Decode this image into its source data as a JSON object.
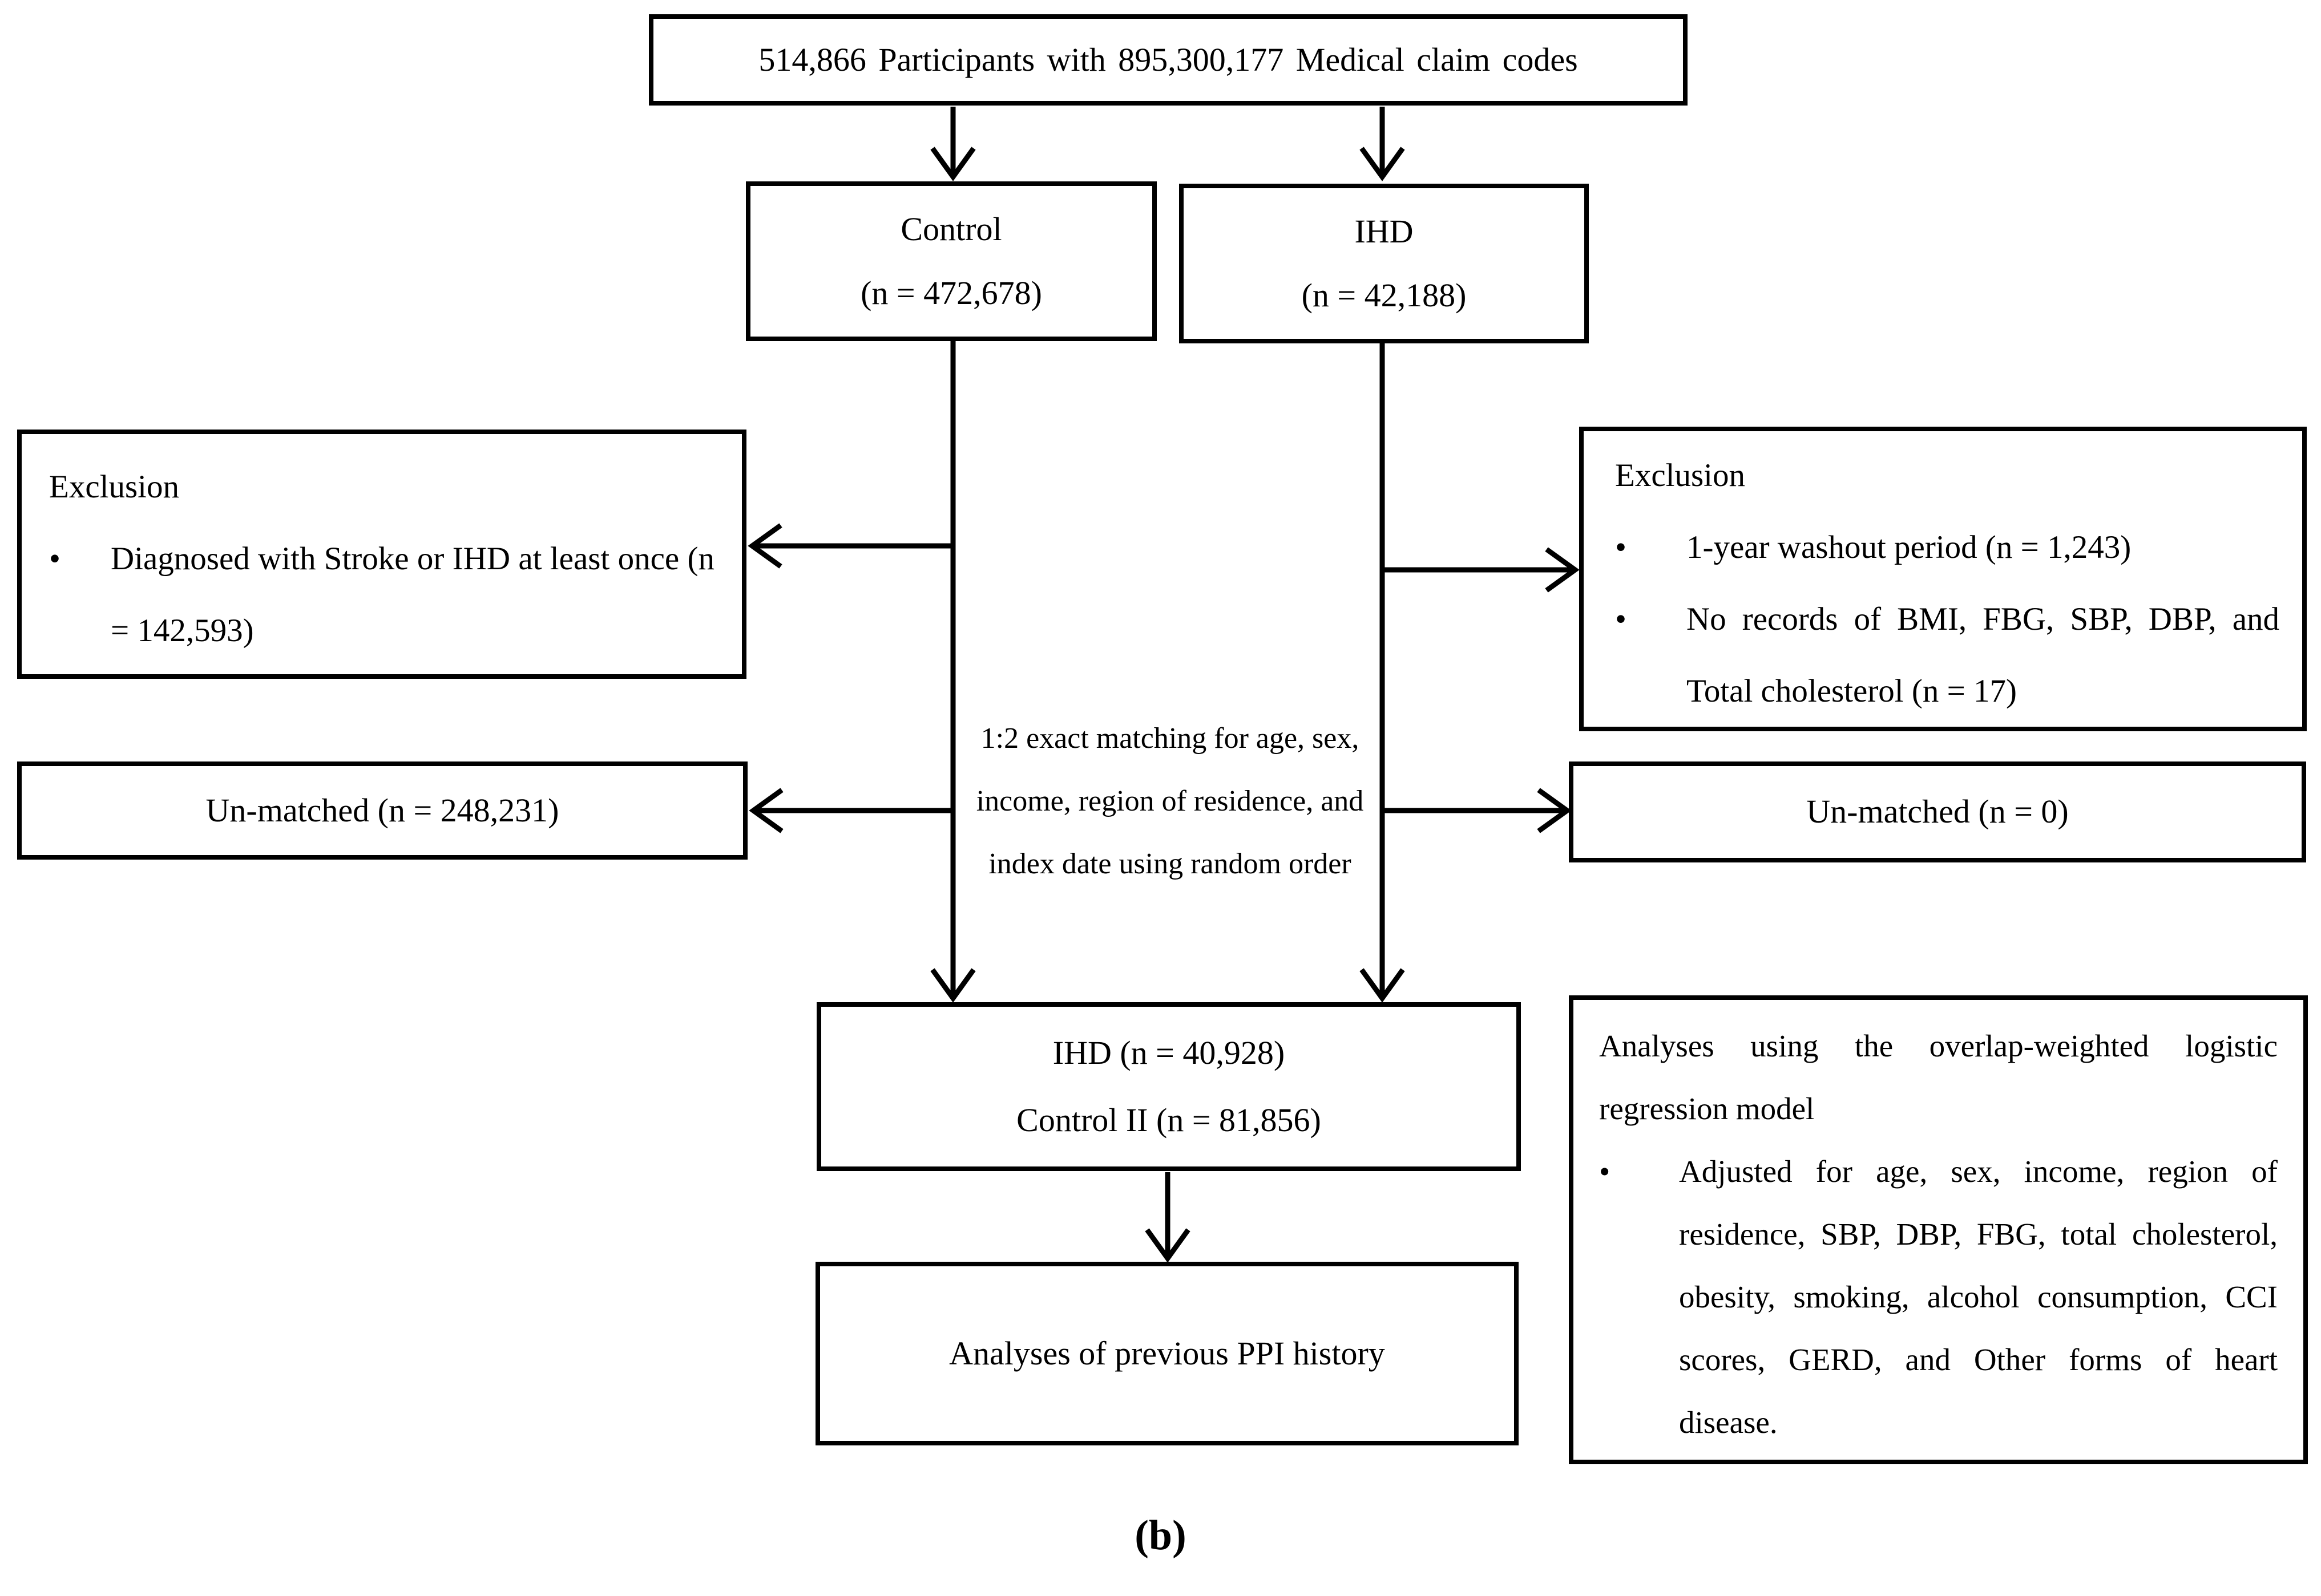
{
  "glyphs": {
    "bullet": "•"
  },
  "colors": {
    "background": "#ffffff",
    "line": "#000000",
    "text": "#000000"
  },
  "figure": {
    "caption": "(b)",
    "top_box": {
      "text": "514,866 Participants with 895,300,177 Medical claim codes"
    },
    "control_box": {
      "title": "Control",
      "count": "(n = 472,678)"
    },
    "ihd_box": {
      "title": "IHD",
      "count": "(n = 42,188)"
    },
    "left_exclusion_box": {
      "title": "Exclusion",
      "bullets": [
        "Diagnosed with Stroke or IHD at least once (n = 142,593)"
      ]
    },
    "right_exclusion_box": {
      "title": "Exclusion",
      "bullets": [
        "1-year washout period (n = 1,243)",
        "No records of BMI, FBG, SBP, DBP, and Total cholesterol (n = 17)"
      ]
    },
    "left_unmatched_box": {
      "text": "Un-matched (n = 248,231)"
    },
    "right_unmatched_box": {
      "text": "Un-matched (n = 0)"
    },
    "matching_note": "1:2 exact matching for age, sex, income, region of residence, and index date using random order",
    "matched_box": {
      "line1": "IHD (n = 40,928)",
      "line2": "Control II (n = 81,856)"
    },
    "analysis_box": {
      "intro": "Analyses using the overlap-weighted logistic regression model",
      "bullets": [
        "Adjusted for age, sex, income, region of residence, SBP, DBP, FBG, total cholesterol, obesity, smoking, alcohol consumption, CCI scores, GERD, and Other forms of heart disease."
      ]
    },
    "ppi_box": {
      "text": "Analyses of previous PPI history"
    }
  }
}
